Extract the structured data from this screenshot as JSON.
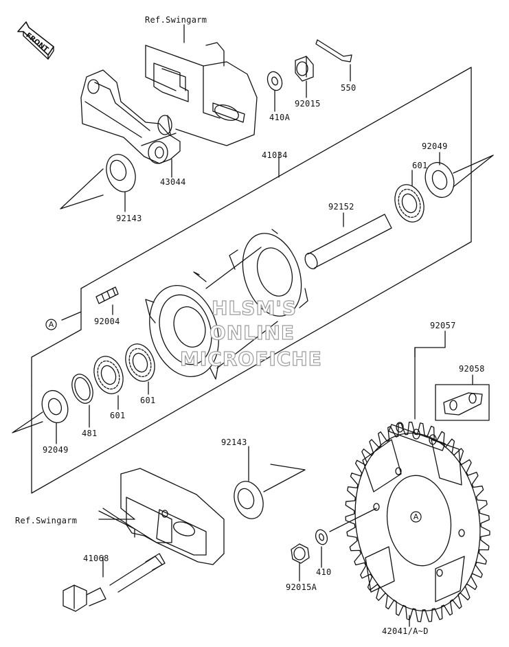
{
  "diagram": {
    "front_label": "FRONT",
    "watermark": [
      "HLSM'S",
      "ONLINE",
      "MICROFICHE"
    ],
    "callout_a": "A",
    "parts": {
      "ref_swingarm_top": "Ref.Swingarm",
      "ref_swingarm_bottom": "Ref.Swingarm",
      "p550": "550",
      "p92015": "92015",
      "p410A": "410A",
      "p43044": "43044",
      "p92143_top": "92143",
      "p41034": "41034",
      "p92049_right": "92049",
      "p601_right": "601",
      "p92152": "92152",
      "p92004": "92004",
      "p601_mid": "601",
      "p601_left": "601",
      "p481": "481",
      "p92049_left": "92049",
      "p92057": "92057",
      "p92058": "92058",
      "p92143_bottom": "92143",
      "p41068": "41068",
      "p410": "410",
      "p92015A": "92015A",
      "p42041": "42041/A~D"
    }
  }
}
